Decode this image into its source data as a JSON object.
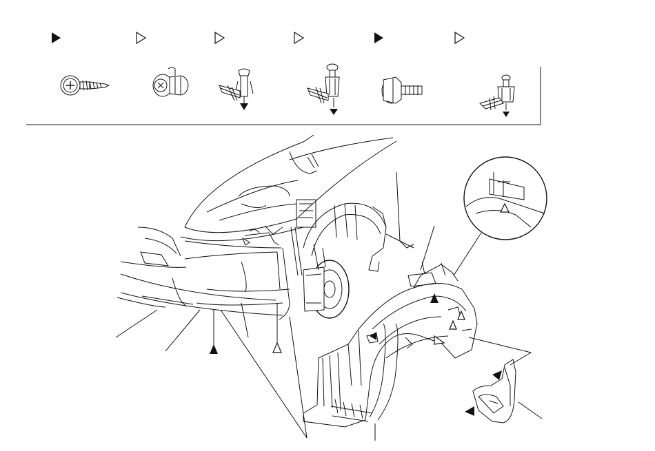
{
  "legend": {
    "markers": [
      {
        "kind": "solid",
        "fastener": "self-tapping-screw-icon"
      },
      {
        "kind": "hollow",
        "fastener": "plastic-nut-clip-icon"
      },
      {
        "kind": "hollow",
        "fastener": "push-clip-icon"
      },
      {
        "kind": "hollow",
        "fastener": "push-rivet-clip-icon"
      },
      {
        "kind": "solid",
        "fastener": "flange-bolt-icon"
      },
      {
        "kind": "hollow",
        "fastener": "trim-clip-icon"
      }
    ]
  },
  "callout_markers": [
    {
      "kind": "solid",
      "location": "bumper-lower"
    },
    {
      "kind": "hollow",
      "location": "bumper-lower-right"
    },
    {
      "kind": "solid",
      "location": "fender-liner-top"
    },
    {
      "kind": "hollow",
      "location": "fender-liner-rear"
    },
    {
      "kind": "solid",
      "location": "mudguard-upper"
    },
    {
      "kind": "solid",
      "location": "mudguard-lower"
    },
    {
      "kind": "hollow",
      "location": "detail-circle"
    }
  ],
  "colors": {
    "line": "#111111",
    "background": "#ffffff"
  }
}
